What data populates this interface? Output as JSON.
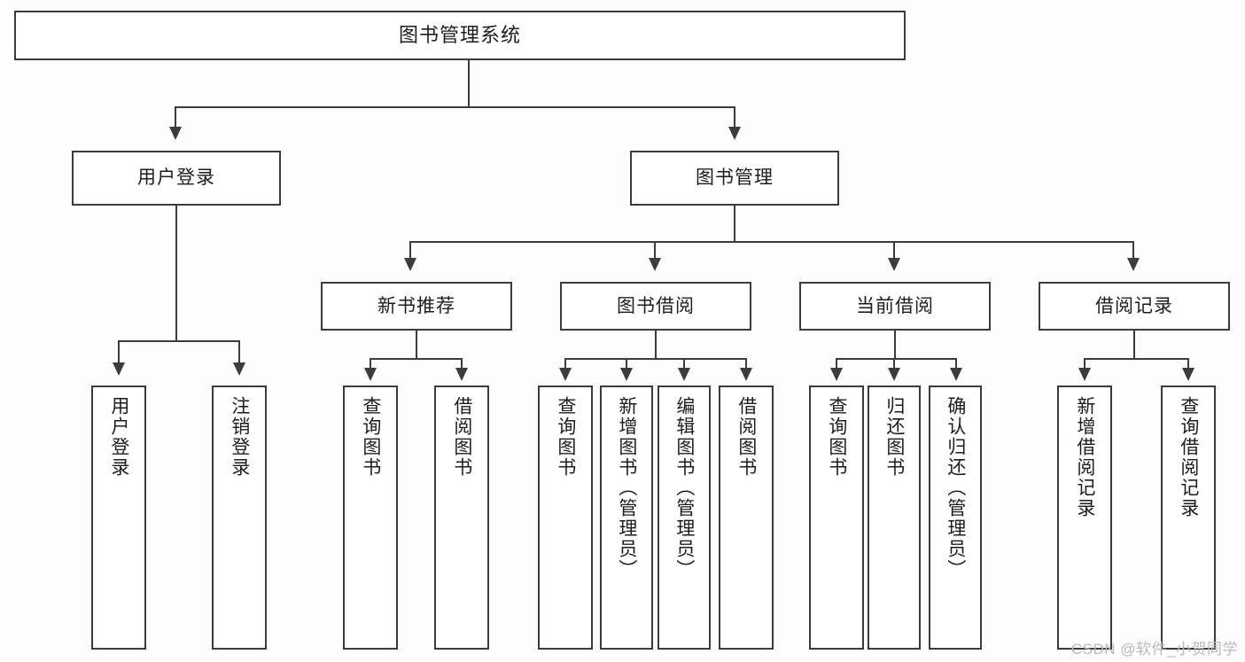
{
  "diagram": {
    "title": "图书管理系统",
    "watermark": "CSDN @软件_小贺同学",
    "colors": {
      "background": "#fdfdfd",
      "box_fill": "#ffffff",
      "line": "#3c3c3c",
      "text": "#1d1d1d",
      "watermark": "#b9b9b9"
    },
    "root": {
      "label": "图书管理系统"
    },
    "level2": [
      {
        "label": "用户登录"
      },
      {
        "label": "图书管理"
      }
    ],
    "level3": [
      {
        "label": "新书推荐"
      },
      {
        "label": "图书借阅"
      },
      {
        "label": "当前借阅"
      },
      {
        "label": "借阅记录"
      }
    ],
    "leaves": {
      "user_login": [
        {
          "label": "用户登录"
        },
        {
          "label": "注销登录"
        }
      ],
      "new_book_recommend": [
        {
          "label": "查询图书"
        },
        {
          "label": "借阅图书"
        }
      ],
      "book_borrow": [
        {
          "label": "查询图书"
        },
        {
          "label": "新增图书（管理员）"
        },
        {
          "label": "编辑图书（管理员）"
        },
        {
          "label": "借阅图书"
        }
      ],
      "current_borrow": [
        {
          "label": "查询图书"
        },
        {
          "label": "归还图书"
        },
        {
          "label": "确认归还（管理员）"
        }
      ],
      "borrow_record": [
        {
          "label": "新增借阅记录"
        },
        {
          "label": "查询借阅记录"
        }
      ]
    }
  }
}
